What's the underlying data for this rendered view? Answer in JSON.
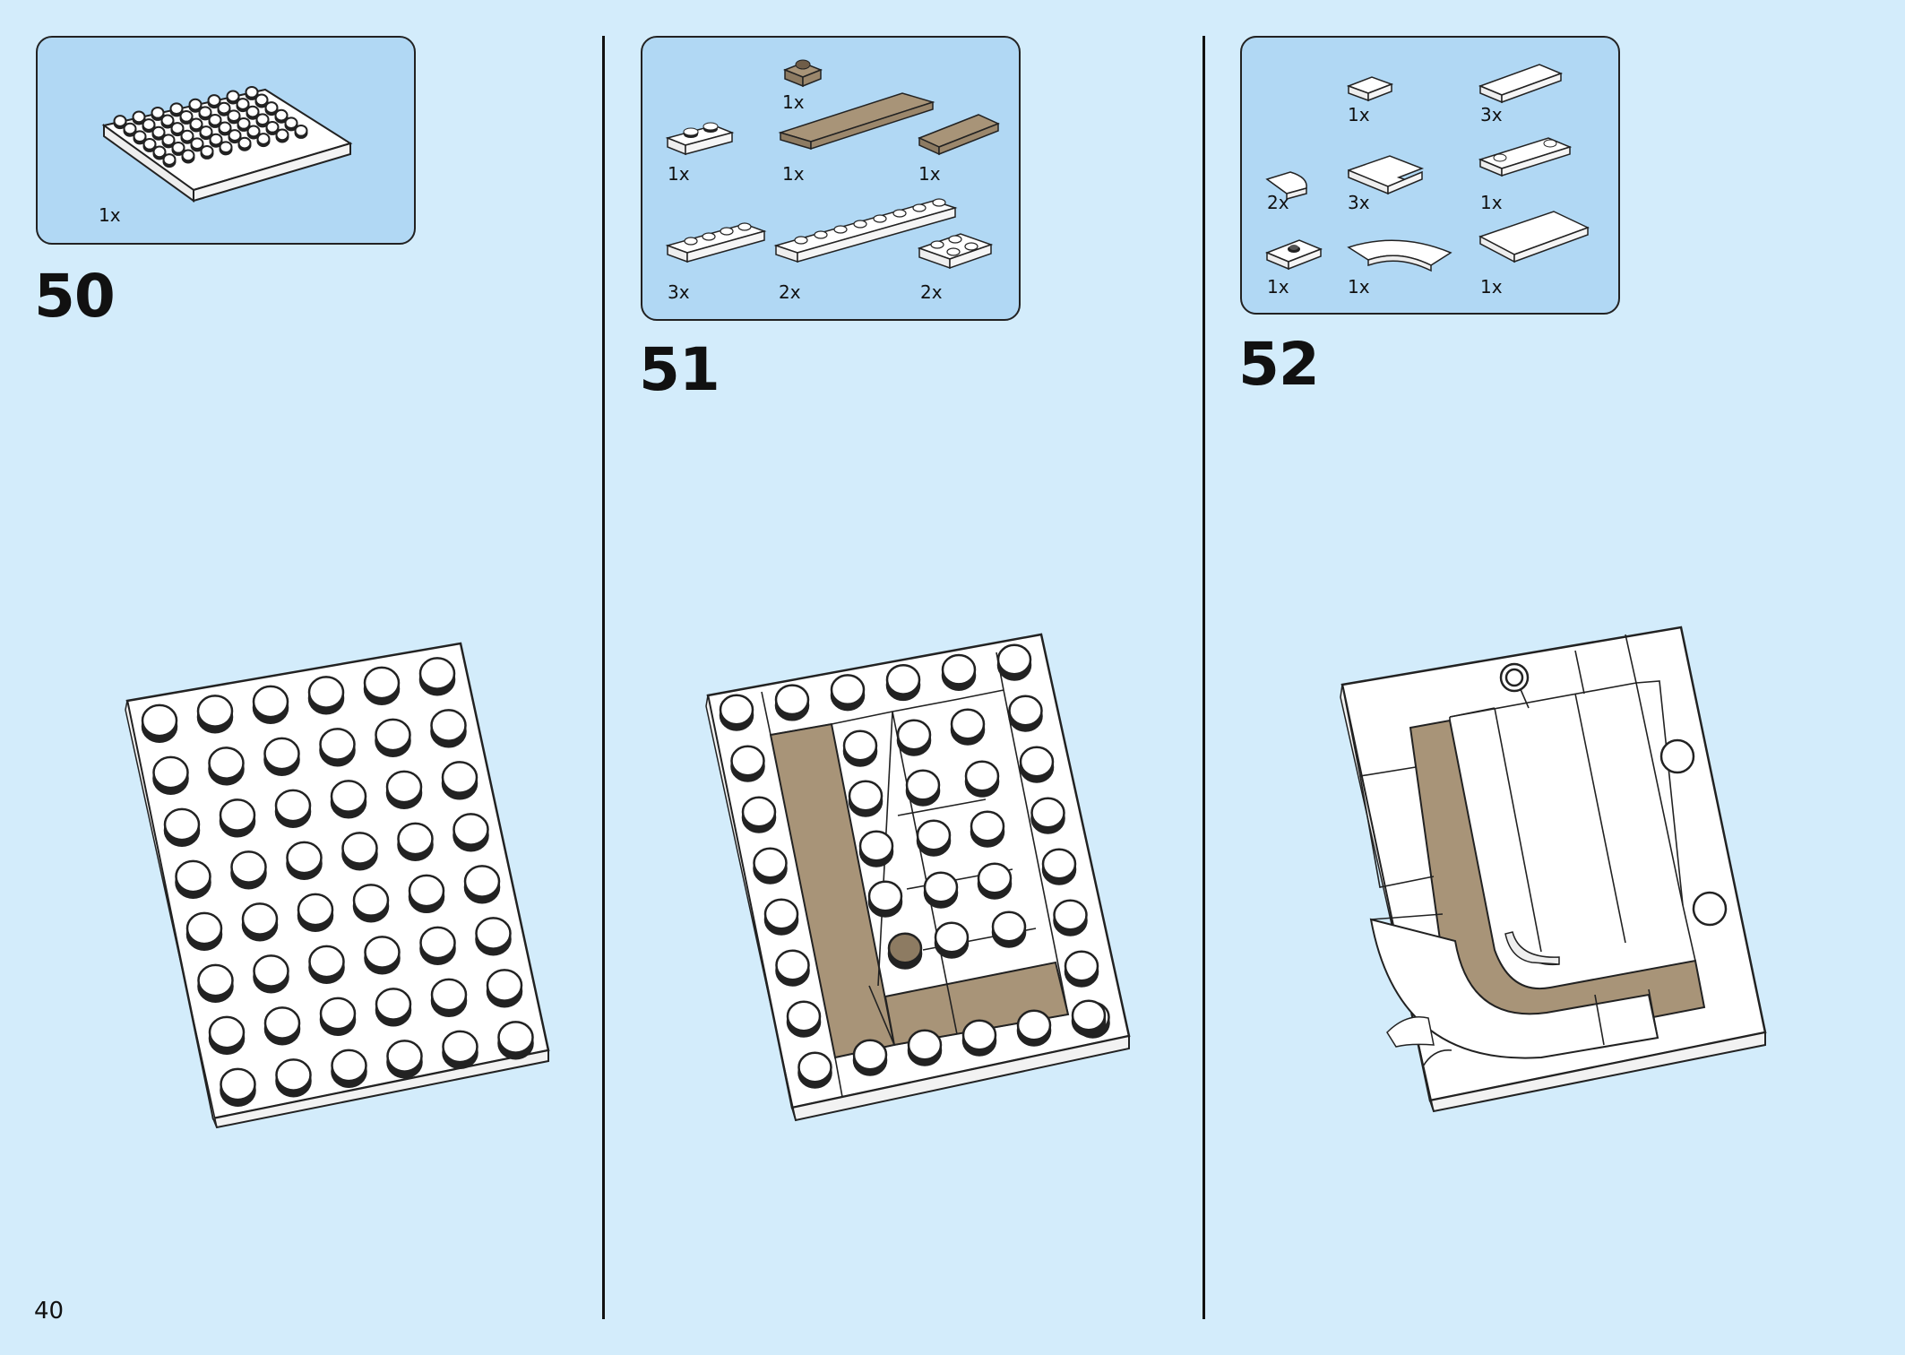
{
  "page_number": "40",
  "steps": [
    {
      "number": "50",
      "parts": [
        {
          "qty": "1x"
        }
      ]
    },
    {
      "number": "51",
      "parts": [
        {
          "qty": "1x"
        },
        {
          "qty": "1x"
        },
        {
          "qty": "1x"
        },
        {
          "qty": "1x"
        },
        {
          "qty": "3x"
        },
        {
          "qty": "2x"
        },
        {
          "qty": "2x"
        }
      ]
    },
    {
      "number": "52",
      "parts": [
        {
          "qty": "1x"
        },
        {
          "qty": "3x"
        },
        {
          "qty": "2x"
        },
        {
          "qty": "3x"
        },
        {
          "qty": "1x"
        },
        {
          "qty": "1x"
        },
        {
          "qty": "1x"
        },
        {
          "qty": "1x"
        }
      ]
    }
  ],
  "colors": {
    "background": "#d3ecfb",
    "parts_panel": "#b1d8f4",
    "white_brick": "#ffffff",
    "tan_brick": "#a89478",
    "outline": "#222222"
  }
}
